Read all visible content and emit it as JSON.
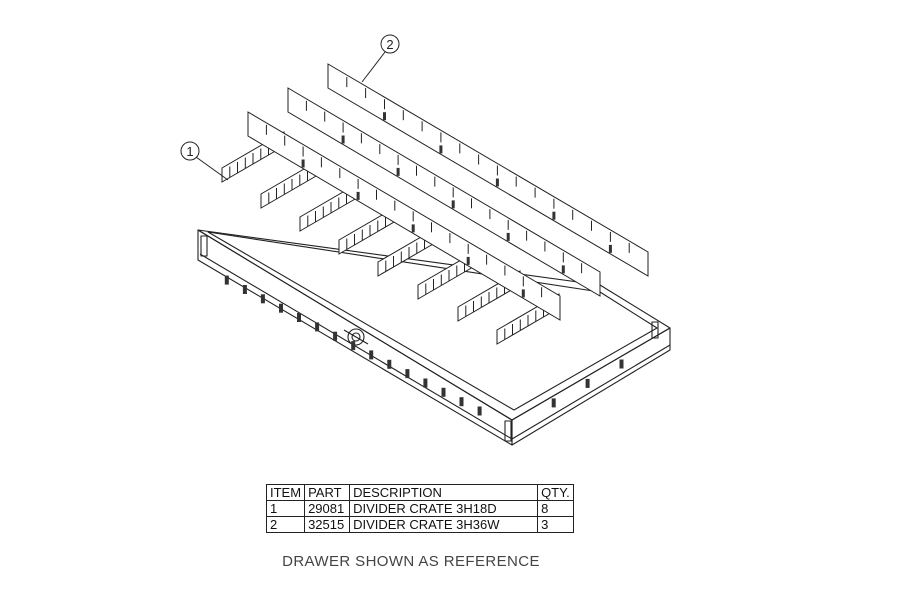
{
  "balloons": [
    {
      "label": "1"
    },
    {
      "label": "2"
    }
  ],
  "bom": {
    "headers": {
      "item": "ITEM",
      "part": "PART",
      "description": "DESCRIPTION",
      "qty": "QTY."
    },
    "rows": [
      {
        "item": "1",
        "part": "29081",
        "description": "DIVIDER CRATE 3H18D",
        "qty": "8"
      },
      {
        "item": "2",
        "part": "32515",
        "description": "DIVIDER CRATE 3H36W",
        "qty": "3"
      }
    ]
  },
  "caption": "DRAWER SHOWN AS REFERENCE",
  "colors": {
    "line": "#222222",
    "slot": "#333333",
    "background": "#ffffff"
  }
}
